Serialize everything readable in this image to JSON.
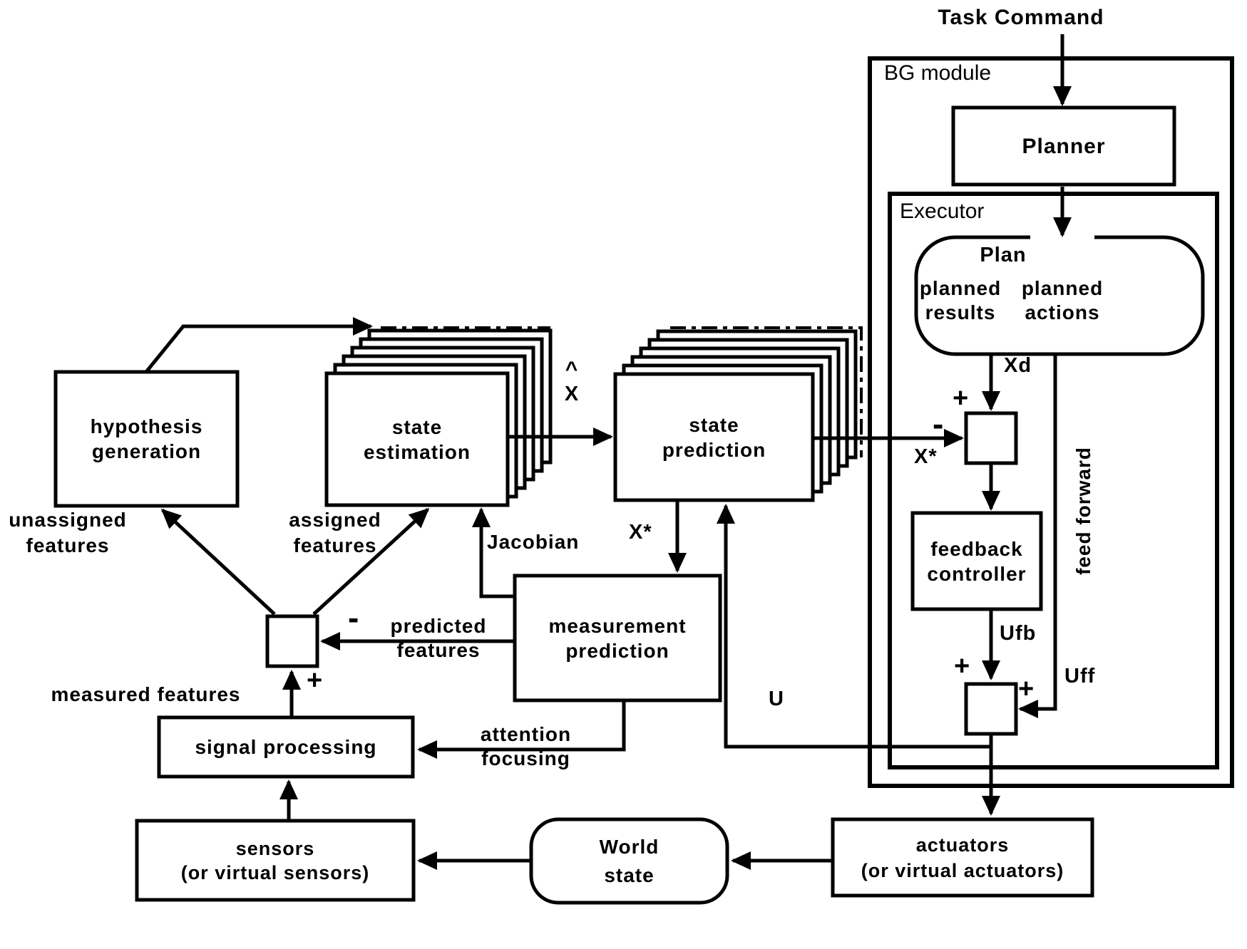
{
  "header": {
    "task_command": "Task Command"
  },
  "bg": {
    "label": "BG module",
    "planner": "Planner",
    "executor": "Executor"
  },
  "plan": {
    "title": "Plan",
    "results": "planned\nresults",
    "actions": "planned\nactions"
  },
  "boxes": {
    "hypothesis": "hypothesis\ngeneration",
    "state_estimation": "state\nestimation",
    "state_prediction": "state\nprediction",
    "measurement_prediction": "measurement\nprediction",
    "feedback_controller": "feedback\ncontroller",
    "signal_processing": "signal processing",
    "sensors": "sensors\n(or virtual sensors)",
    "world_state": "World\nstate",
    "actuators": "actuators\n(or virtual actuators)"
  },
  "flow": {
    "unassigned": "unassigned\nfeatures",
    "assigned": "assigned\nfeatures",
    "jacobian": "Jacobian",
    "predicted": "predicted\nfeatures",
    "measured": "measured features",
    "attention": "attention\nfocusing"
  },
  "signals": {
    "xd": "Xd",
    "x_star": "X*",
    "x_hat_caret": "^",
    "x_hat_x": "X",
    "u": "U",
    "ufb": "Ufb",
    "uff": "Uff",
    "feed_forward": "feed forward"
  },
  "signs": {
    "plus": "+",
    "minus": "-"
  },
  "colors": {
    "line": "#000000",
    "background": "#ffffff"
  }
}
